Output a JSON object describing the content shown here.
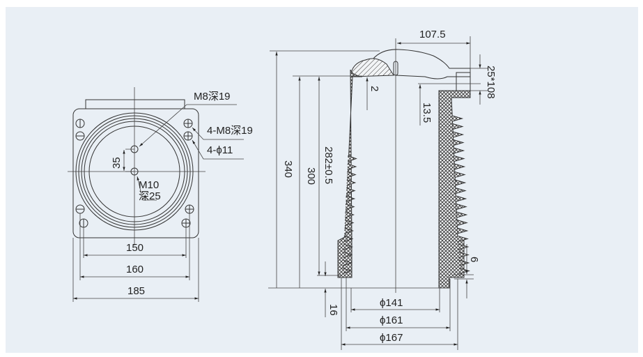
{
  "colors": {
    "background": "#e9eff5",
    "line": "#333333"
  },
  "plan_view": {
    "label_top_hole": "M8深19",
    "label_corner_threaded": "4-M8深19",
    "label_corner_holes": "4-ϕ11",
    "label_offset": "35",
    "label_center_hole_1": "M10",
    "label_center_hole_2": "深25",
    "dim_150": "150",
    "dim_160": "160",
    "dim_185": "185"
  },
  "section_view": {
    "dim_107_5": "107.5",
    "dim_25x108": "25*108",
    "dim_2": "2",
    "dim_13_5": "13.5",
    "dim_340": "340",
    "dim_300": "300",
    "dim_282": "282±0.5",
    "dim_6": "6",
    "dim_16": "16",
    "dim_141": "ϕ141",
    "dim_161": "ϕ161",
    "dim_167": "ϕ167"
  }
}
